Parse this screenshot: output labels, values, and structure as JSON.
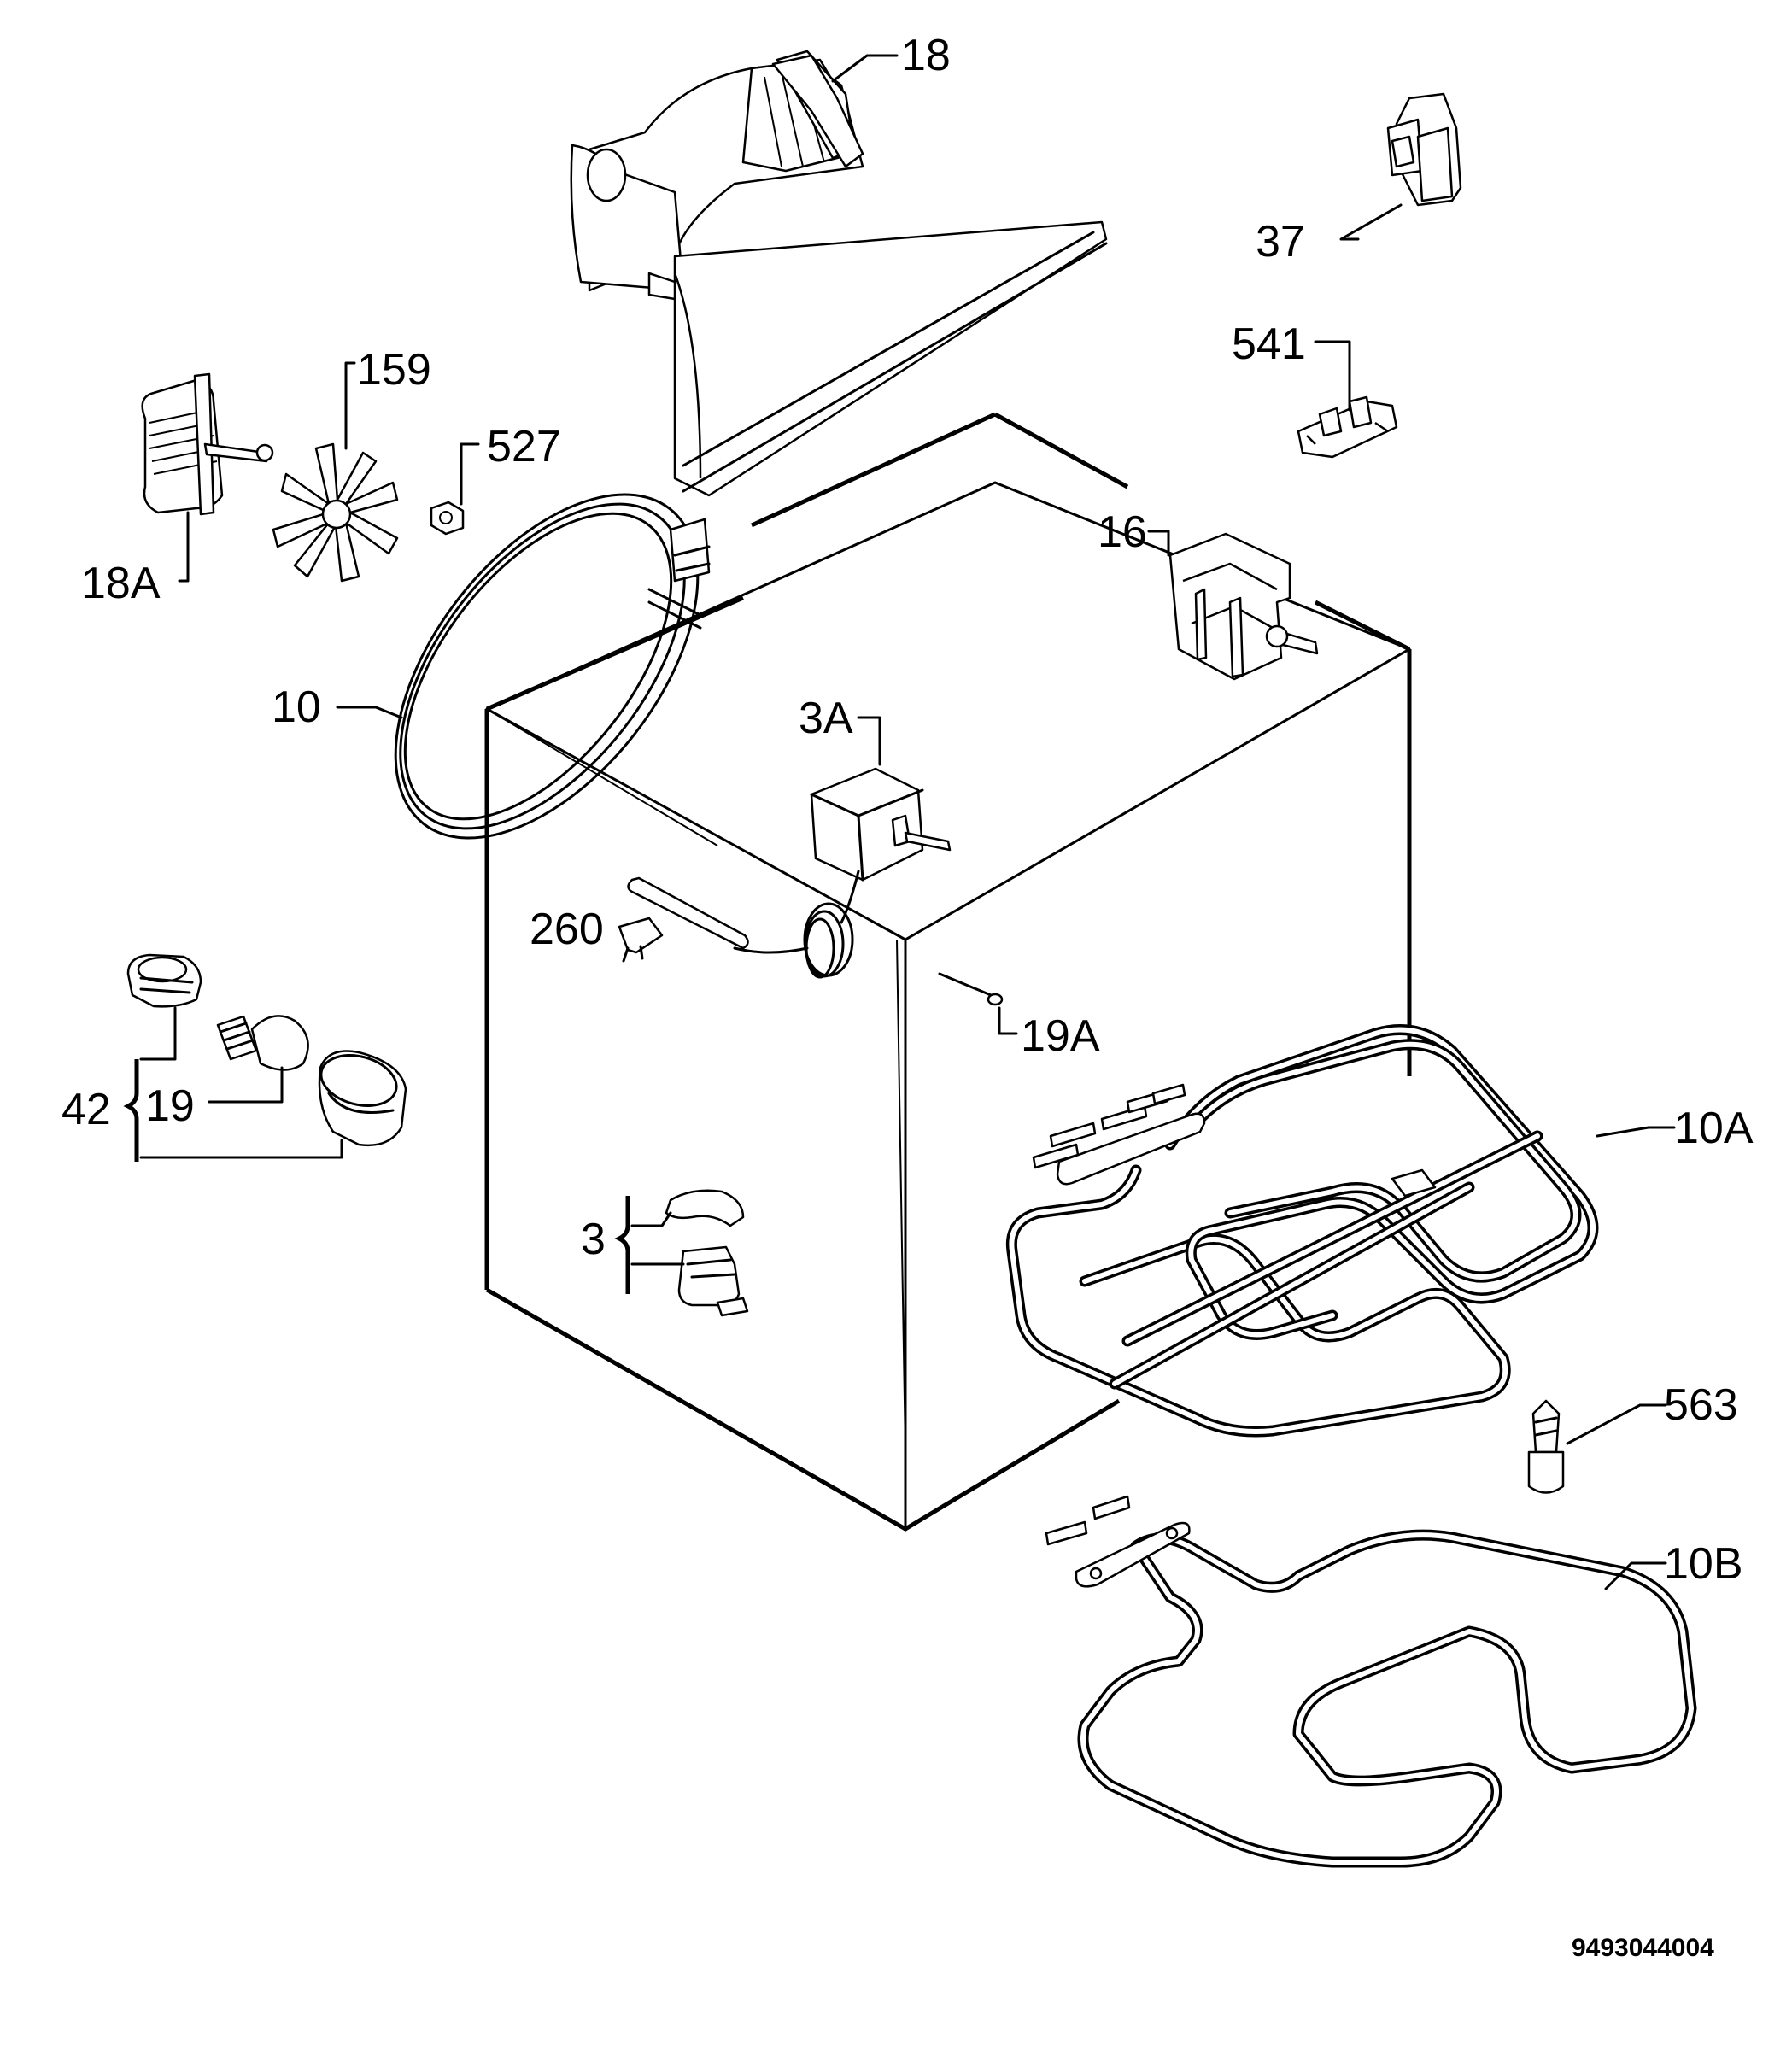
{
  "doc_number": "9493044004",
  "labels": {
    "l18": "18",
    "l37": "37",
    "l541": "541",
    "l159": "159",
    "l527": "527",
    "l18a": "18A",
    "l16": "16",
    "l10": "10",
    "l3a": "3A",
    "l260": "260",
    "l19a": "19A",
    "l42": "42",
    "l19": "19",
    "l10a": "10A",
    "l3": "3",
    "l563": "563",
    "l10b": "10B"
  }
}
